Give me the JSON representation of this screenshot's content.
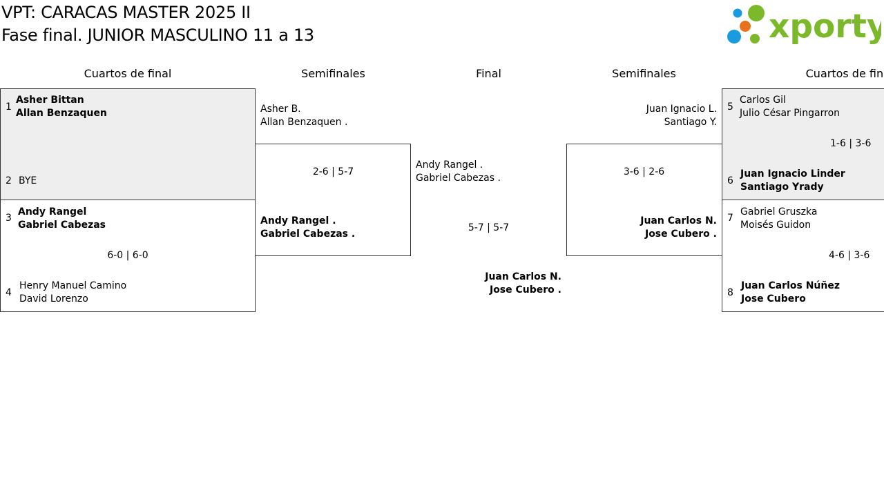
{
  "header": {
    "title_line1": "VPT: CARACAS MASTER 2025 II",
    "title_line2": "Fase final. JUNIOR MASCULINO 11 a 13",
    "logo_text": "xporty"
  },
  "columns": {
    "left_quarters": "Cuartos de final",
    "left_semis": "Semifinales",
    "final": "Final",
    "right_semis": "Semifinales",
    "right_quarters": "Cuartos de final"
  },
  "left_quarters": {
    "match1": {
      "seed_a": "1",
      "player_a1": "Asher Bittan",
      "player_a2": "Allan Benzaquen",
      "seed_b": "2",
      "player_b1": "BYE"
    },
    "match2": {
      "seed_a": "3",
      "player_a1": "Andy Rangel",
      "player_a2": "Gabriel Cabezas",
      "score": "6-0 | 6-0",
      "seed_b": "4",
      "player_b1": "Henry Manuel Camino",
      "player_b2": "David Lorenzo"
    }
  },
  "left_semi": {
    "player_a1": "Asher B.",
    "player_a2": "Allan Benzaquen .",
    "score": "2-6 | 5-7",
    "player_b1": "Andy Rangel .",
    "player_b2": "Gabriel Cabezas ."
  },
  "final": {
    "player_a1": "Andy Rangel .",
    "player_a2": "Gabriel Cabezas .",
    "score": "5-7 | 5-7",
    "player_b1": "Juan Carlos N.",
    "player_b2": "Jose Cubero ."
  },
  "right_semi": {
    "player_a1": "Juan Ignacio L.",
    "player_a2": "Santiago Y.",
    "score": "3-6 | 2-6",
    "player_b1": "Juan Carlos N.",
    "player_b2": "Jose Cubero ."
  },
  "right_quarters": {
    "match1": {
      "seed_a": "5",
      "player_a1": "Carlos Gil",
      "player_a2": "Julio César Pingarron",
      "score": "1-6 | 3-6",
      "seed_b": "6",
      "player_b1": "Juan Ignacio Linder",
      "player_b2": "Santiago Yrady"
    },
    "match2": {
      "seed_a": "7",
      "player_a1": "Gabriel Gruszka",
      "player_a2": "Moisés Guidon",
      "score": "4-6 | 3-6",
      "seed_b": "8",
      "player_b1": "Juan Carlos Núñez",
      "player_b2": "Jose Cubero"
    }
  },
  "colors": {
    "logo_green": "#7bb82a",
    "logo_blue": "#1a9be0",
    "logo_orange": "#e8721c",
    "winner_bg": "#eeeeee",
    "border": "#333333"
  }
}
